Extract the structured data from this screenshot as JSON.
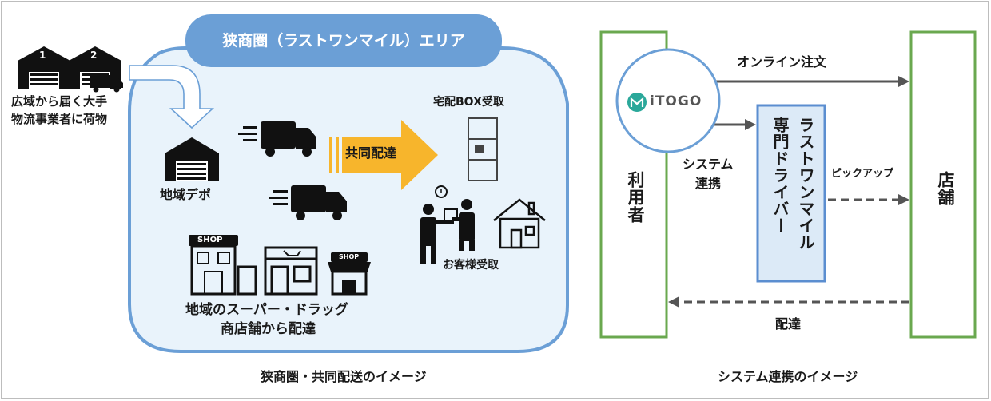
{
  "left": {
    "area_title": "狭商圏（ラストワンマイル）エリア",
    "carrier_label_line1": "広域から届く大手",
    "carrier_label_line2": "物流事業者に荷物",
    "depot_label": "地域デポ",
    "joint_delivery_label": "共同配達",
    "box_label": "宅配BOX受取",
    "customer_label": "お客様受取",
    "stores_label_line1": "地域のスーパー・ドラッグ",
    "stores_label_line2": "商店舗から配達",
    "caption": "狭商圏・共同配送のイメージ",
    "warehouse_numbers": [
      "1",
      "2"
    ],
    "shop_sign": "SHOP"
  },
  "right": {
    "logo_text": "iTOGO",
    "user_label": "利用者",
    "store_label": "店舗",
    "driver_line1": "ラストワンマイル",
    "driver_line2": "専門ドライバー",
    "online_order_label": "オンライン注文",
    "system_link_line1": "システム",
    "system_link_line2": "連携",
    "pickup_label": "ピックアップ",
    "delivery_label": "配達",
    "caption": "システム連携のイメージ"
  },
  "colors": {
    "area_fill": "#e9f3fb",
    "area_border": "#6b9fd6",
    "pill": "#6b9fd6",
    "joint_arrow": "#f7b52c",
    "box_border_green": "#6aa84f",
    "driver_box_fill": "#dceaf7",
    "driver_box_border": "#5b8ed0",
    "logo_teal": "#2aa89a",
    "arrow_gray": "#555555"
  }
}
